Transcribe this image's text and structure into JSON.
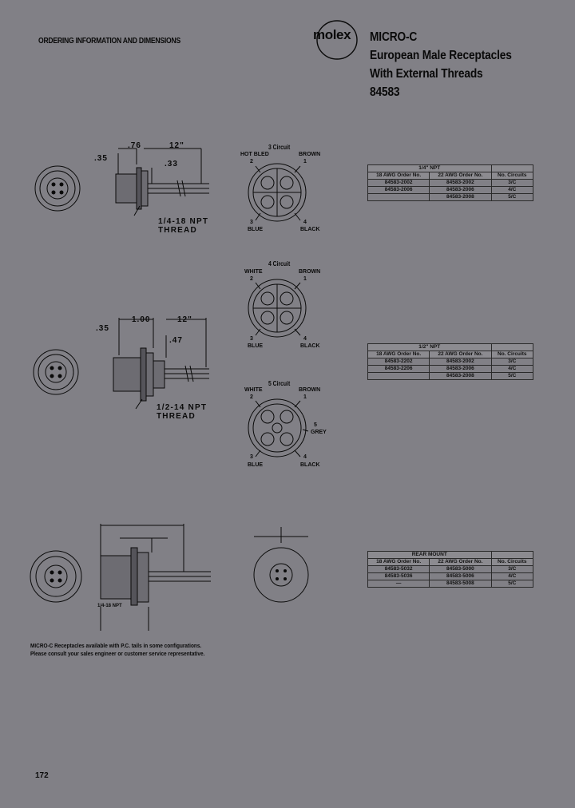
{
  "header": {
    "section": "ORDERING INFORMATION AND DIMENSIONS",
    "brand": "molex",
    "title_lines": [
      "MICRO-C",
      "European Male Receptacles",
      "With External Threads",
      "84583"
    ]
  },
  "drawing1": {
    "dims": [
      ".35",
      ".76",
      "12\"",
      ".33"
    ],
    "thread": [
      "1/4-18 NPT",
      "THREAD"
    ]
  },
  "drawing2": {
    "dims": [
      ".35",
      "1.00",
      "12\"",
      ".47"
    ],
    "thread": [
      "1/2-14 NPT",
      "THREAD"
    ]
  },
  "drawing3": {
    "thread": "1/4-18 NPT"
  },
  "circuits": {
    "c3": {
      "title": "3 Circuit",
      "pins": [
        "HOT BLED",
        "2",
        "BROWN",
        "1",
        "BLUE",
        "3",
        "BLACK",
        "4"
      ]
    },
    "c4": {
      "title": "4 Circuit",
      "pins": [
        "WHITE",
        "2",
        "BROWN",
        "1",
        "BLUE",
        "3",
        "BLACK",
        "4"
      ]
    },
    "c5": {
      "title": "5 Circuit",
      "pins": [
        "WHITE",
        "2",
        "BROWN",
        "1",
        "5",
        "GREY",
        "BLUE",
        "3",
        "BLACK",
        "4"
      ]
    }
  },
  "tables": [
    {
      "group": "1/4\" NPT",
      "headers": [
        "18 AWG Order No.",
        "22 AWG Order No.",
        "No. Circuits"
      ],
      "rows": [
        [
          "84583-2002",
          "84583-2002",
          "3/C"
        ],
        [
          "84583-2006",
          "84583-2006",
          "4/C"
        ],
        [
          "",
          "84583-2008",
          "5/C"
        ]
      ]
    },
    {
      "group": "1/2\" NPT",
      "headers": [
        "18 AWG Order No.",
        "22 AWG Order No.",
        "No. Circuits"
      ],
      "rows": [
        [
          "84583-2202",
          "84583-2002",
          "3/C"
        ],
        [
          "84583-2206",
          "84583-2006",
          "4/C"
        ],
        [
          "",
          "84583-2008",
          "5/C"
        ]
      ]
    },
    {
      "group": "REAR MOUNT",
      "headers": [
        "18 AWG Order No.",
        "22 AWG Order No.",
        "No. Circuits"
      ],
      "rows": [
        [
          "84583-5032",
          "84583-5000",
          "3/C"
        ],
        [
          "84583-5036",
          "84583-5006",
          "4/C"
        ],
        [
          "—",
          "84583-5008",
          "5/C"
        ]
      ]
    }
  ],
  "note_lines": [
    "MICRO-C Receptacles available with P.C. tails in some configurations.",
    "Please consult your sales engineer or customer service representative."
  ],
  "page_number": "172"
}
